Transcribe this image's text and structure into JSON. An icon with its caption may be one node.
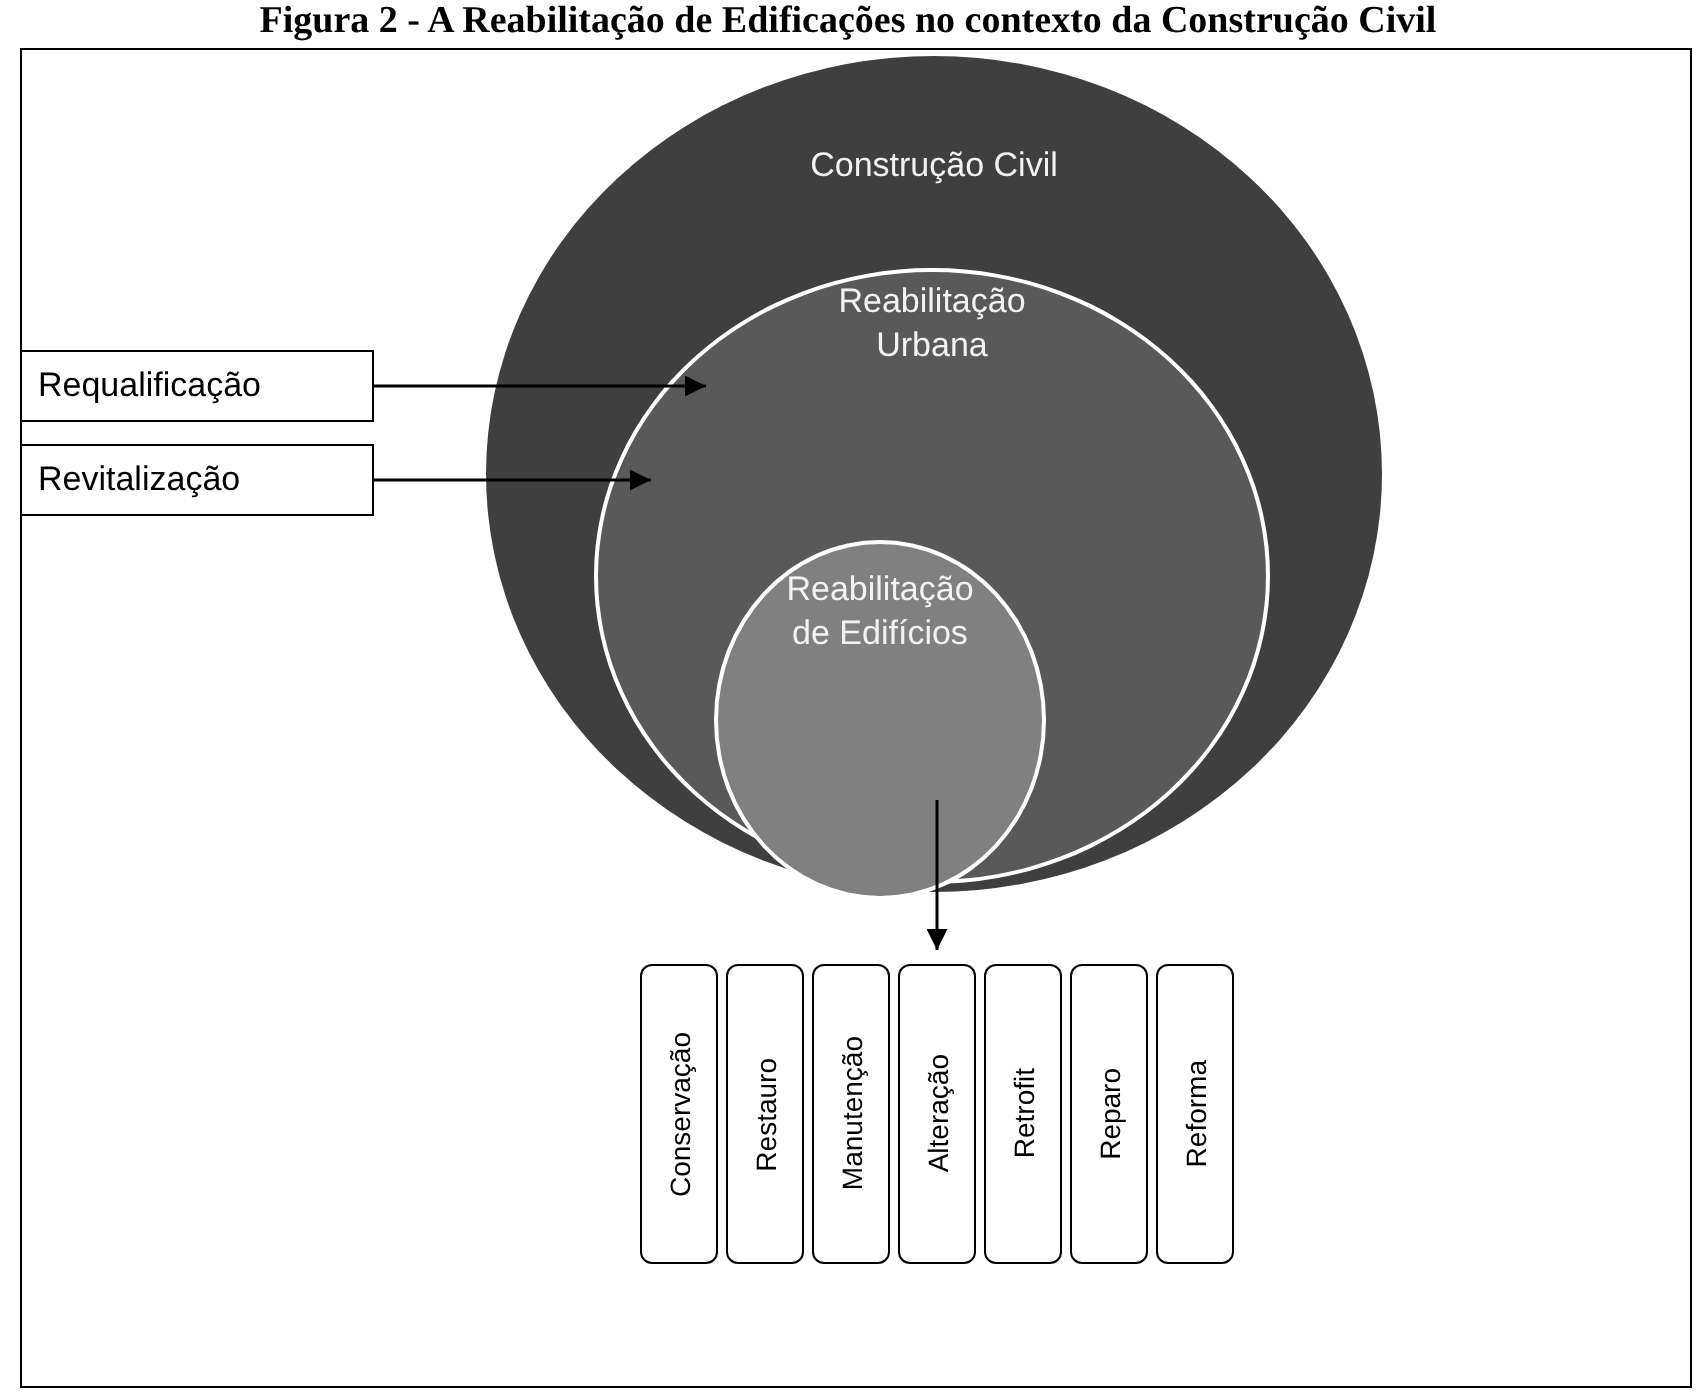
{
  "diagram": {
    "title": "Figura 2 - A Reabilitação de Edificações no contexto da Construção Civil",
    "nodes": [
      {
        "text": [
          "Construção Civil"
        ]
      },
      {
        "text": [
          "Reabilitação Urbana"
        ],
        "in": 0
      },
      {
        "text": [
          "Reabilitação de Edifícios"
        ],
        "in": 1
      },
      {
        "text": [
          "Requalificação"
        ]
      },
      {
        "text": [
          "Revitalização"
        ]
      },
      {
        "text": [
          "Conservação"
        ]
      },
      {
        "text": [
          "Restauro"
        ]
      },
      {
        "text": [
          "Manutenção"
        ]
      },
      {
        "text": [
          "Alteração"
        ]
      },
      {
        "text": [
          "Retrofit"
        ]
      },
      {
        "text": [
          "Reparo"
        ]
      },
      {
        "text": [
          "Reforma"
        ]
      }
    ],
    "edges": [
      {
        "from": 3,
        "to": 1,
        "arrow": "to"
      },
      {
        "from": 4,
        "to": 1,
        "arrow": "to"
      },
      {
        "from": 2,
        "to": 8,
        "arrow": "to"
      }
    ]
  }
}
